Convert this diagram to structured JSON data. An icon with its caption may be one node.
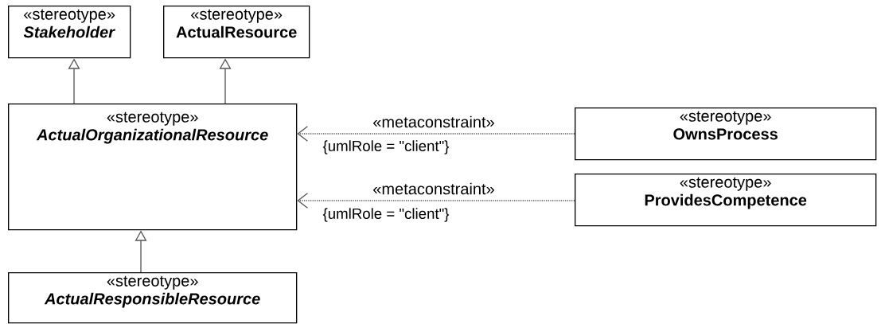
{
  "diagram": {
    "nodes": [
      {
        "text": [
          "«stereotype»",
          "*Stakeholder*"
        ]
      },
      {
        "text": [
          "«stereotype»",
          "ActualResource"
        ]
      },
      {
        "text": [
          "«stereotype»",
          "*ActualOrganizationalResource*"
        ]
      },
      {
        "text": [
          "«stereotype»",
          "OwnsProcess"
        ]
      },
      {
        "text": [
          "«stereotype»",
          "ProvidesCompetence"
        ]
      },
      {
        "text": [
          "«stereotype»",
          "*ActualResponsibleResource*"
        ]
      }
    ],
    "edges": [
      {
        "from": 2,
        "to": 0,
        "arrow": "to"
      },
      {
        "from": 2,
        "to": 1,
        "arrow": "to"
      },
      {
        "from": 3,
        "to": 2,
        "arrow": "to",
        "label": "«metaconstraint»",
        "style": "dashed"
      },
      {
        "from": 4,
        "to": 2,
        "arrow": "to",
        "label": "«metaconstraint»",
        "style": "dashed"
      },
      {
        "from": 5,
        "to": 2,
        "arrow": "to"
      }
    ],
    "labels": [
      "{umlRole = \"client\"}",
      "{umlRole = \"client\"}"
    ]
  }
}
